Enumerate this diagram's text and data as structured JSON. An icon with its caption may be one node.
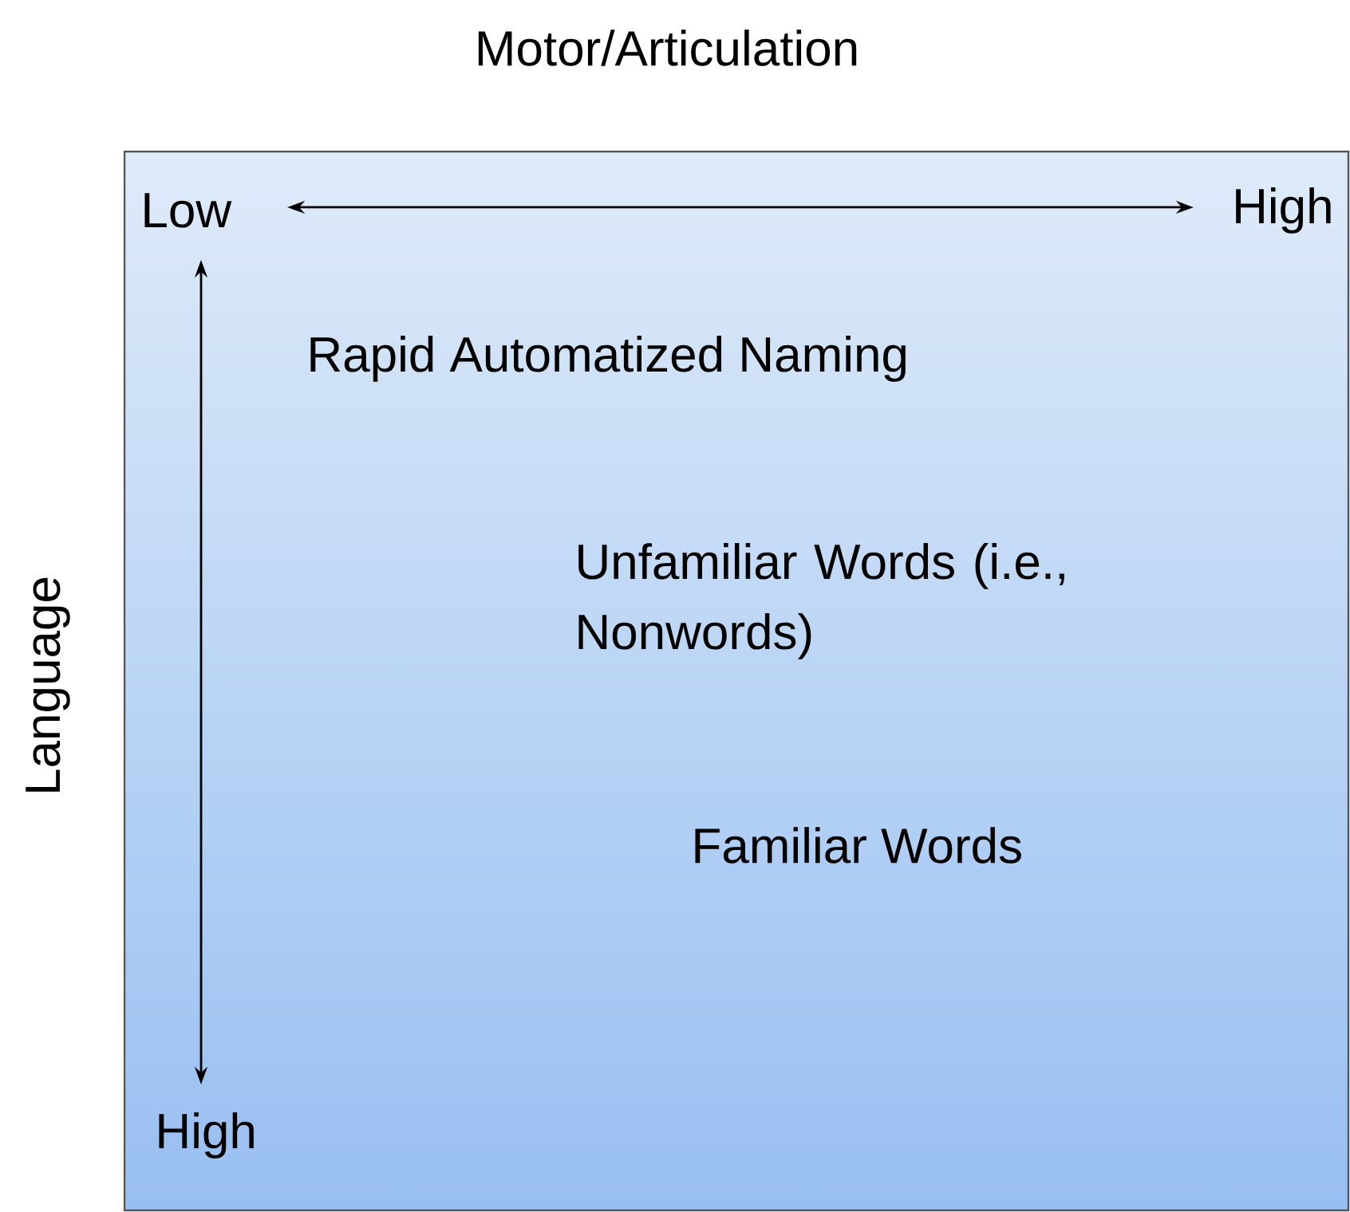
{
  "diagram": {
    "nodes": [
      {
        "text": [
          "Rapid Automatized Naming",
          "Unfamiliar Words (i.e., Nonwords)",
          "Familiar Words"
        ]
      }
    ],
    "edges": [],
    "labels": [
      "Motor/Articulation",
      "Language",
      "Low",
      "High",
      "High"
    ]
  }
}
